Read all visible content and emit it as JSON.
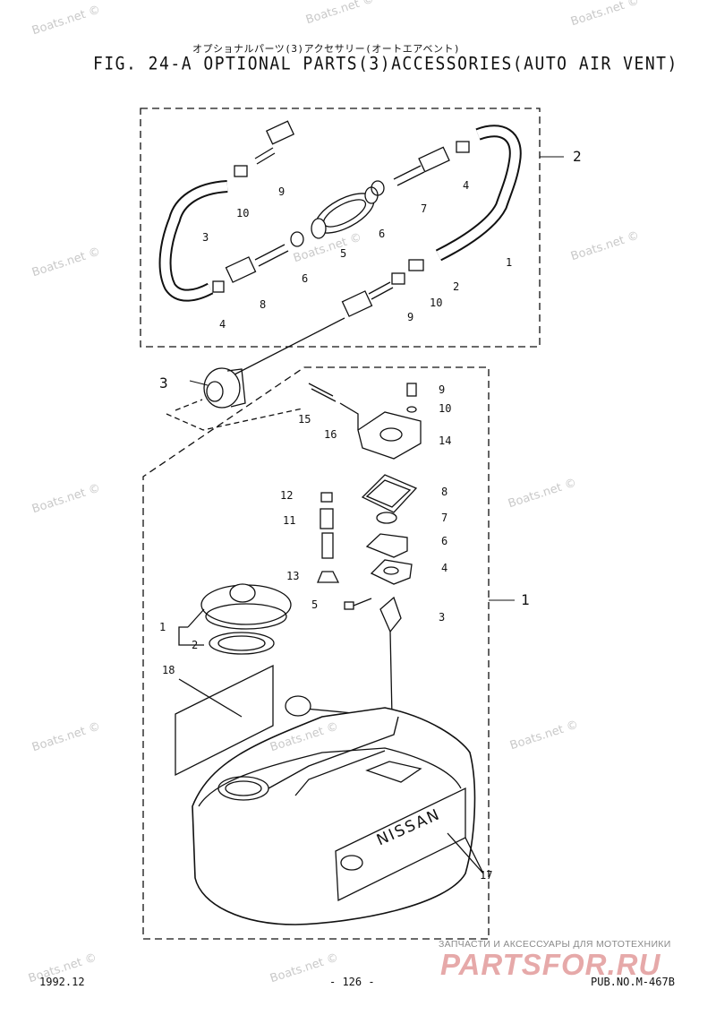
{
  "header": {
    "title_jp": "オプショナルパーツ(3)アクセサリー(オートエアベント)",
    "title": "FIG. 24-A OPTIONAL PARTS(3)ACCESSORIES(AUTO AIR VENT)"
  },
  "watermark": "Boats.net ©",
  "footer": {
    "date": "1992.12",
    "page": "- 126 -",
    "pub": "PUB.NO.M-467B"
  },
  "promo": {
    "tagline": "ЗАПЧАСТИ И АКСЕССУАРЫ ДЛЯ МОТОТЕХНИКИ",
    "logo": "PARTSFOR.RU"
  },
  "hose_assembly": {
    "group_label": "2",
    "parts": {
      "p1": "1",
      "p2": "2",
      "p3": "3",
      "p4a": "4",
      "p4b": "4",
      "p5": "5",
      "p6a": "6",
      "p6b": "6",
      "p7": "7",
      "p8": "8",
      "p9a": "9",
      "p9b": "9",
      "p10a": "10",
      "p10b": "10"
    }
  },
  "tank_assembly": {
    "group_label": "1",
    "connector_label": "3",
    "brand": "NISSAN",
    "parts": {
      "p1": "1",
      "p2": "2",
      "p3": "3",
      "p4": "4",
      "p5": "5",
      "p6": "6",
      "p7": "7",
      "p8": "8",
      "p9": "9",
      "p10": "10",
      "p11": "11",
      "p12": "12",
      "p13": "13",
      "p14": "14",
      "p15": "15",
      "p16": "16",
      "p17": "17",
      "p18": "18"
    }
  }
}
